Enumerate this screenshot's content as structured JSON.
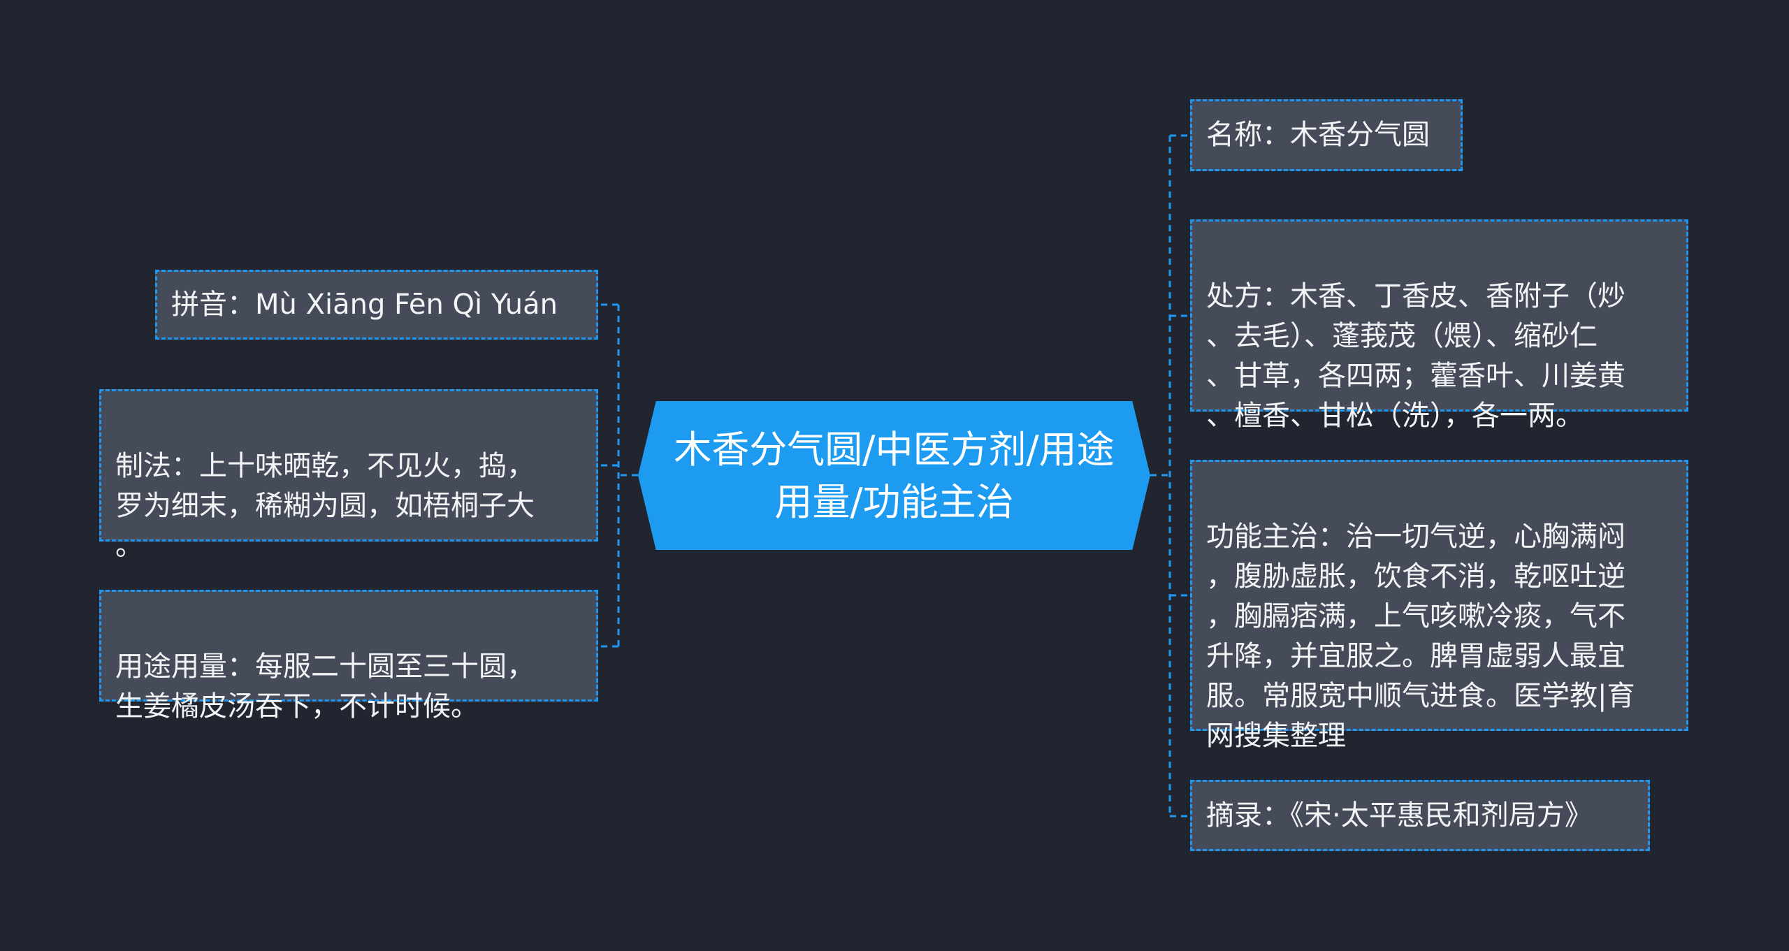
{
  "mindmap": {
    "center": "木香分气圆/中医方剂/用途用量/功能主治",
    "left_nodes": [
      {
        "id": "pinyin",
        "text": "拼音：Mù Xiāng Fēn Qì Yuán"
      },
      {
        "id": "zhifa",
        "text": "制法：上十味晒乾，不见火，捣，\n罗为细末，稀糊为圆，如梧桐子大\n。"
      },
      {
        "id": "yongtu",
        "text": "用途用量：每服二十圆至三十圆，\n生姜橘皮汤吞下，不计时候。"
      }
    ],
    "right_nodes": [
      {
        "id": "mingcheng",
        "text": "名称：木香分气圆"
      },
      {
        "id": "chufang",
        "text": "处方：木香、丁香皮、香附子（炒\n、去毛）、蓬莪茂（煨）、缩砂仁\n、甘草，各四两；藿香叶、川姜黄\n、檀香、甘松（洗），各一两。"
      },
      {
        "id": "gongneng",
        "text": "功能主治：治一切气逆，心胸满闷\n，腹胁虚胀，饮食不消，乾呕吐逆\n，胸膈痞满，上气咳嗽冷痰，气不\n升降，并宜服之。脾胃虚弱人最宜\n服。常服宽中顺气进食。医学教|育\n网搜集整理"
      },
      {
        "id": "zhailu",
        "text": "摘录：《宋·太平惠民和剂局方》"
      }
    ]
  },
  "colors": {
    "background": "#212530",
    "node_fill": "#454b59",
    "accent": "#1f98f3",
    "center_fill": "#1d9bf1",
    "text": "#f2f3f5"
  }
}
